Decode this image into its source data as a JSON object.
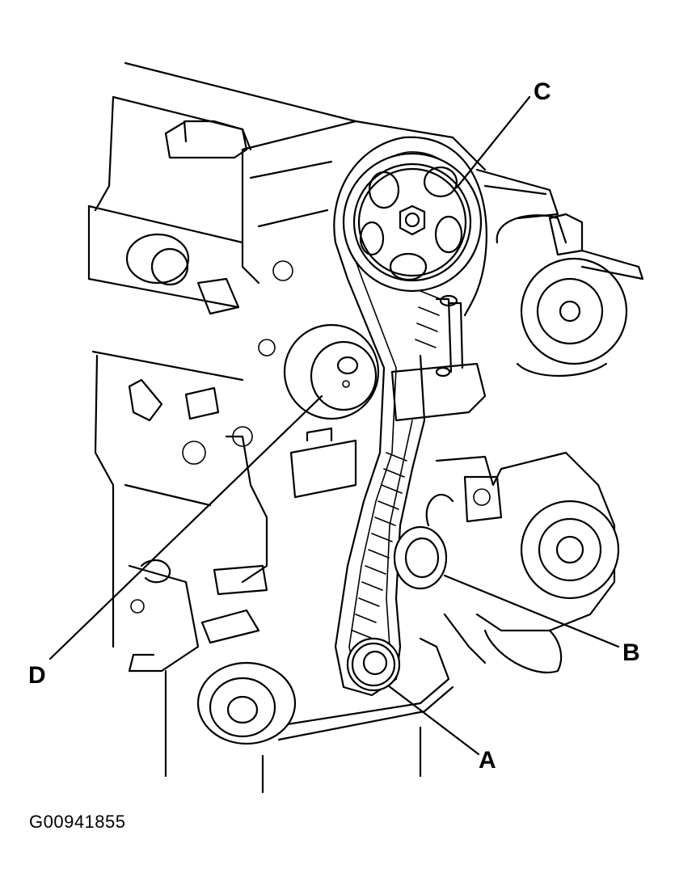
{
  "figure": {
    "id_text": "G00941855",
    "callouts": [
      {
        "key": "A",
        "label": "A",
        "part": "crankshaft-sprocket"
      },
      {
        "key": "B",
        "label": "B",
        "part": "idler-pulley"
      },
      {
        "key": "C",
        "label": "C",
        "part": "camshaft-sprocket"
      },
      {
        "key": "D",
        "label": "D",
        "part": "tensioner-pulley"
      }
    ]
  }
}
